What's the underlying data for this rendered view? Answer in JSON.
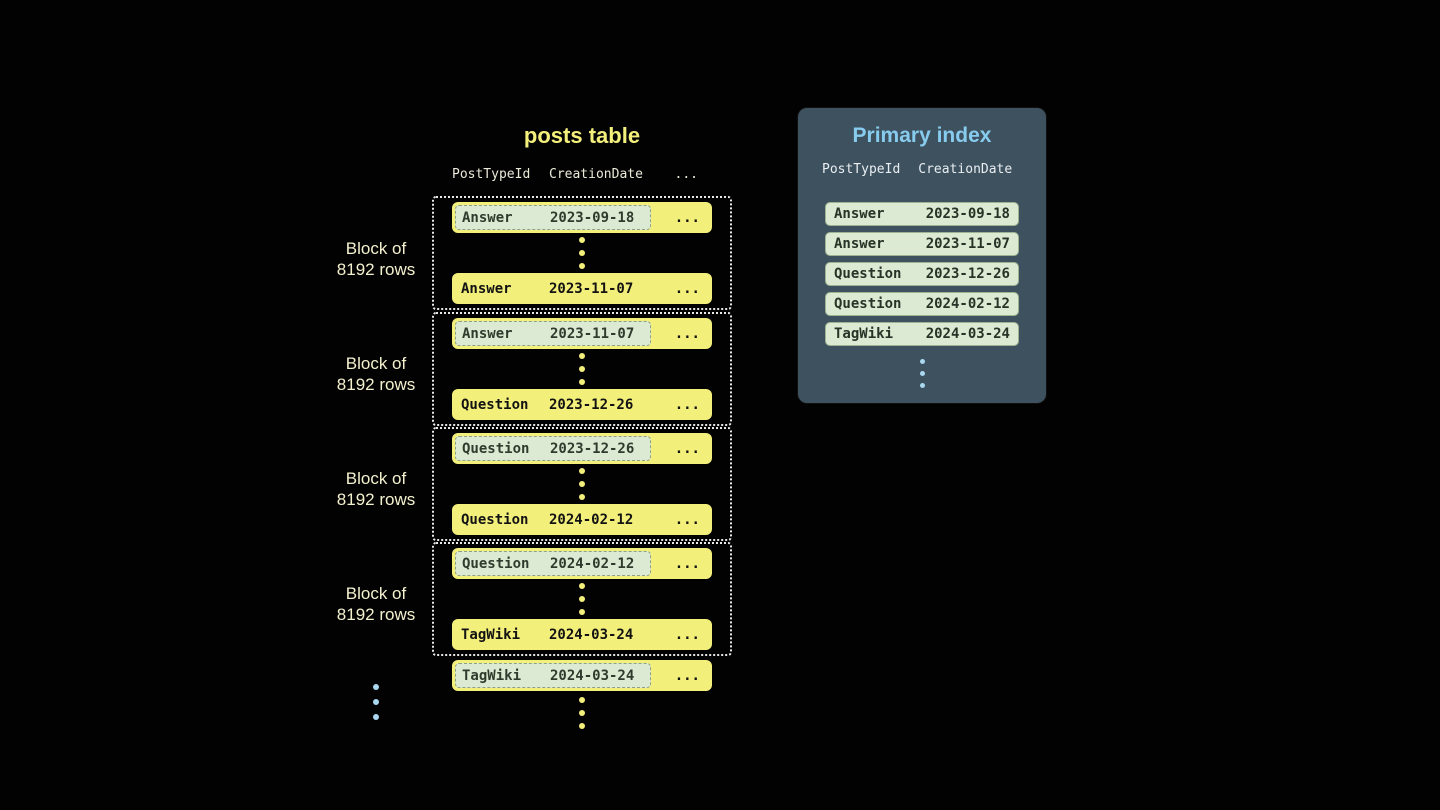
{
  "posts_table": {
    "title": "posts table",
    "headers": [
      "PostTypeId",
      "CreationDate",
      "..."
    ],
    "ellipsis": "...",
    "blocks": [
      {
        "label_line1": "Block of",
        "label_line2": "8192 rows",
        "first_row": {
          "type": "Answer",
          "date": "2023-09-18"
        },
        "last_row": {
          "type": "Answer",
          "date": "2023-11-07"
        }
      },
      {
        "label_line1": "Block of",
        "label_line2": "8192 rows",
        "first_row": {
          "type": "Answer",
          "date": "2023-11-07"
        },
        "last_row": {
          "type": "Question",
          "date": "2023-12-26"
        }
      },
      {
        "label_line1": "Block of",
        "label_line2": "8192 rows",
        "first_row": {
          "type": "Question",
          "date": "2023-12-26"
        },
        "last_row": {
          "type": "Question",
          "date": "2024-02-12"
        }
      },
      {
        "label_line1": "Block of",
        "label_line2": "8192 rows",
        "first_row": {
          "type": "Question",
          "date": "2024-02-12"
        },
        "last_row": {
          "type": "TagWiki",
          "date": "2024-03-24"
        }
      }
    ],
    "tail_row": {
      "type": "TagWiki",
      "date": "2024-03-24"
    }
  },
  "primary_index": {
    "title": "Primary index",
    "headers": [
      "PostTypeId",
      "CreationDate"
    ],
    "rows": [
      {
        "type": "Answer",
        "date": "2023-09-18"
      },
      {
        "type": "Answer",
        "date": "2023-11-07"
      },
      {
        "type": "Question",
        "date": "2023-12-26"
      },
      {
        "type": "Question",
        "date": "2024-02-12"
      },
      {
        "type": "TagWiki",
        "date": "2024-03-24"
      }
    ]
  },
  "colors": {
    "background": "#020202",
    "row_yellow": "#f3ef7b",
    "highlight_mint": "#dcead3",
    "panel_slate": "#3e515f",
    "index_title_blue": "#87cbee",
    "dots_blue": "#a9d8ef",
    "block_border_white": "#e8e8e8"
  }
}
